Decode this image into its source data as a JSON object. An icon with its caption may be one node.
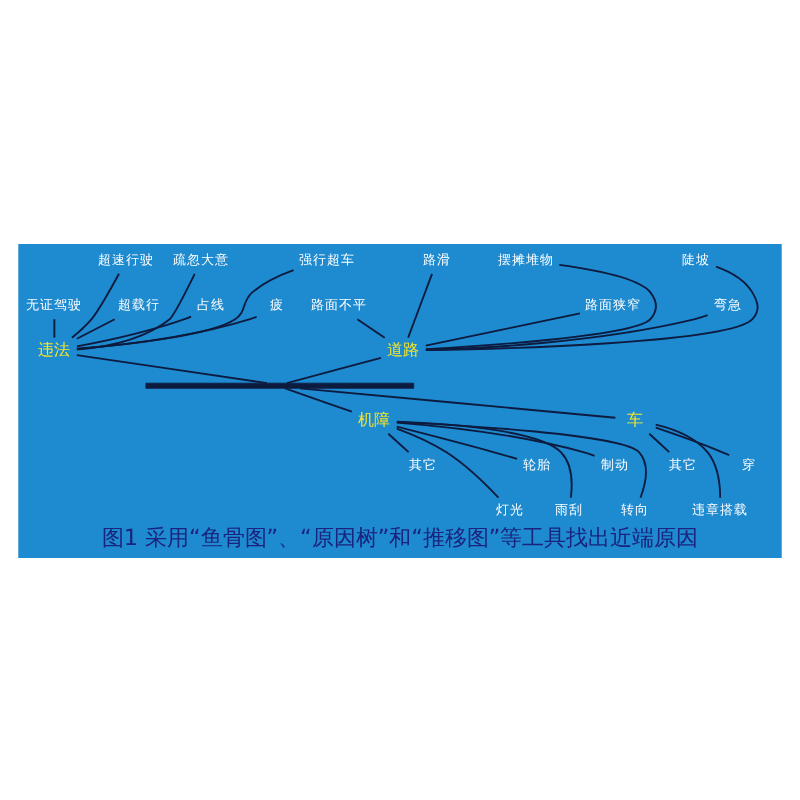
{
  "diagram": {
    "caption": "图1 采用“鱼骨图”、“原因树”和“推移图”等工具找出近端原因",
    "nodes": [
      {
        "text": [
          "道路"
        ]
      },
      {
        "text": [
          "路面不平"
        ]
      },
      {
        "text": [
          "路滑"
        ]
      },
      {
        "text": [
          "路面狭窄"
        ]
      },
      {
        "text": [
          "摆摊堆物"
        ]
      },
      {
        "text": [
          "弯急"
        ]
      },
      {
        "text": [
          "陡坡"
        ]
      },
      {
        "text": [
          "违法"
        ]
      },
      {
        "text": [
          "无证驾驶"
        ]
      },
      {
        "text": [
          "超速行驶"
        ]
      },
      {
        "text": [
          "超载行"
        ]
      },
      {
        "text": [
          "疏忽大意"
        ]
      },
      {
        "text": [
          "占线"
        ]
      },
      {
        "text": [
          "强行超车"
        ]
      },
      {
        "text": [
          "疲"
        ]
      },
      {
        "text": [
          "机障"
        ]
      },
      {
        "text": [
          "其它"
        ]
      },
      {
        "text": [
          "灯光"
        ]
      },
      {
        "text": [
          "轮胎"
        ]
      },
      {
        "text": [
          "雨刮"
        ]
      },
      {
        "text": [
          "制动"
        ]
      },
      {
        "text": [
          "转向"
        ]
      },
      {
        "text": [
          "车"
        ]
      },
      {
        "text": [
          "其它"
        ]
      },
      {
        "text": [
          "违章搭载"
        ]
      },
      {
        "text": [
          "穿"
        ]
      },
      {
        "text": [],
        "shape": "bar"
      }
    ],
    "edges": [
      {
        "from": 1,
        "to": 0,
        "arrow": "none"
      },
      {
        "from": 2,
        "to": 0,
        "arrow": "none"
      },
      {
        "from": 3,
        "to": 0,
        "arrow": "none"
      },
      {
        "from": 4,
        "to": 0,
        "arrow": "none"
      },
      {
        "from": 5,
        "to": 0,
        "arrow": "none"
      },
      {
        "from": 6,
        "to": 0,
        "arrow": "none"
      },
      {
        "from": 8,
        "to": 7,
        "arrow": "none"
      },
      {
        "from": 9,
        "to": 7,
        "arrow": "none"
      },
      {
        "from": 10,
        "to": 7,
        "arrow": "none"
      },
      {
        "from": 11,
        "to": 7,
        "arrow": "none"
      },
      {
        "from": 12,
        "to": 7,
        "arrow": "none"
      },
      {
        "from": 13,
        "to": 7,
        "arrow": "none"
      },
      {
        "from": 14,
        "to": 7,
        "arrow": "none"
      },
      {
        "from": 16,
        "to": 15,
        "arrow": "none"
      },
      {
        "from": 17,
        "to": 15,
        "arrow": "none"
      },
      {
        "from": 18,
        "to": 15,
        "arrow": "none"
      },
      {
        "from": 19,
        "to": 15,
        "arrow": "none"
      },
      {
        "from": 20,
        "to": 15,
        "arrow": "none"
      },
      {
        "from": 21,
        "to": 15,
        "arrow": "none"
      },
      {
        "from": 23,
        "to": 22,
        "arrow": "none"
      },
      {
        "from": 24,
        "to": 22,
        "arrow": "none"
      },
      {
        "from": 25,
        "to": 22,
        "arrow": "none"
      },
      {
        "from": 0,
        "to": 26,
        "arrow": "none"
      },
      {
        "from": 7,
        "to": 26,
        "arrow": "none"
      },
      {
        "from": 15,
        "to": 26,
        "arrow": "none"
      },
      {
        "from": 22,
        "to": 26,
        "arrow": "none"
      }
    ]
  }
}
